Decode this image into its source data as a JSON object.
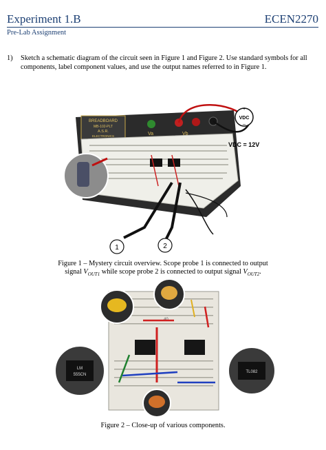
{
  "header": {
    "title": "Experiment 1.B",
    "course": "ECEN2270",
    "subtitle": "Pre-Lab Assignment"
  },
  "question": {
    "number": "1)",
    "text": "Sketch a schematic diagram of the circuit seen in Figure 1 and Figure 2.  Use standard symbols for all components, label component values, and use the output names referred to in Figure 1."
  },
  "figure1": {
    "board_label": "BREADBOARD",
    "board_model": "MB-102-PLT",
    "maker": "A.S.R.",
    "maker_sub": "ELECTRONICS",
    "rail_va": "Va",
    "rail_vb": "Vb",
    "source_label": "VDC",
    "voltage_label": "VDC = 12V",
    "probe1": "1",
    "probe2": "2",
    "caption_line1": "Figure 1 – Mystery circuit overview.  Scope probe 1 is connected to output",
    "caption_line2_pre": "signal ",
    "caption_vout1": "V",
    "caption_vout1_sub": "OUT1",
    "caption_line2_mid": " while scope probe 2 is connected to output signal ",
    "caption_vout2": "V",
    "caption_vout2_sub": "OUT2",
    "caption_line2_end": "."
  },
  "figure2": {
    "board_number": "40",
    "chip_left_text": "LM\n555CN",
    "chip_right_text": "TL082",
    "caption": "Figure 2 – Close-up of various components."
  }
}
